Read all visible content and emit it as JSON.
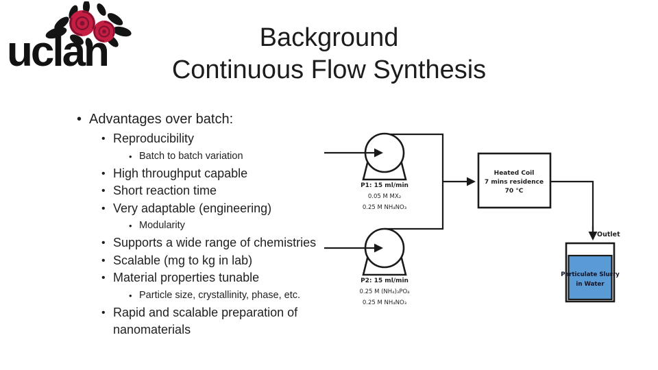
{
  "logo": {
    "wordmark": "uclan"
  },
  "title": {
    "line1": "Background",
    "line2": "Continuous Flow Synthesis"
  },
  "bullets": {
    "items": [
      {
        "level": 1,
        "text": "Advantages over batch:"
      },
      {
        "level": 2,
        "text": "Reproducibility"
      },
      {
        "level": 3,
        "text": "Batch to batch variation"
      },
      {
        "level": 2,
        "text": "High throughput capable"
      },
      {
        "level": 2,
        "text": "Short reaction time"
      },
      {
        "level": 2,
        "text": "Very adaptable (engineering)"
      },
      {
        "level": 3,
        "text": "Modularity"
      },
      {
        "level": 2,
        "text": "Supports a wide range of chemistries"
      },
      {
        "level": 2,
        "text": "Scalable (mg to kg in lab)"
      },
      {
        "level": 2,
        "text": "Material properties tunable"
      },
      {
        "level": 3,
        "text": "Particle size, crystallinity, phase, etc."
      },
      {
        "level": 2,
        "text": "Rapid and scalable preparation of nanomaterials"
      }
    ]
  },
  "diagram": {
    "pump1": {
      "title": "P1: 15 ml/min",
      "line2": "0.05 M MX₂",
      "line3": "0.25 M NH₄NO₃"
    },
    "pump2": {
      "title": "P2: 15 ml/min",
      "line2": "0.25 M (NH₄)₃PO₄",
      "line3": "0.25 M NH₄NO₃"
    },
    "reactor": {
      "line1": "Heated Coil",
      "line2": "7 mins residence",
      "line3": "70 °C"
    },
    "outlet_label": "Outlet",
    "beaker": {
      "line1": "Particulate Slurry",
      "line2": "in Water"
    },
    "colors": {
      "line": "#1a1a1a",
      "beaker_fill": "#5b9bd5",
      "rose_red": "#c41f42"
    }
  }
}
